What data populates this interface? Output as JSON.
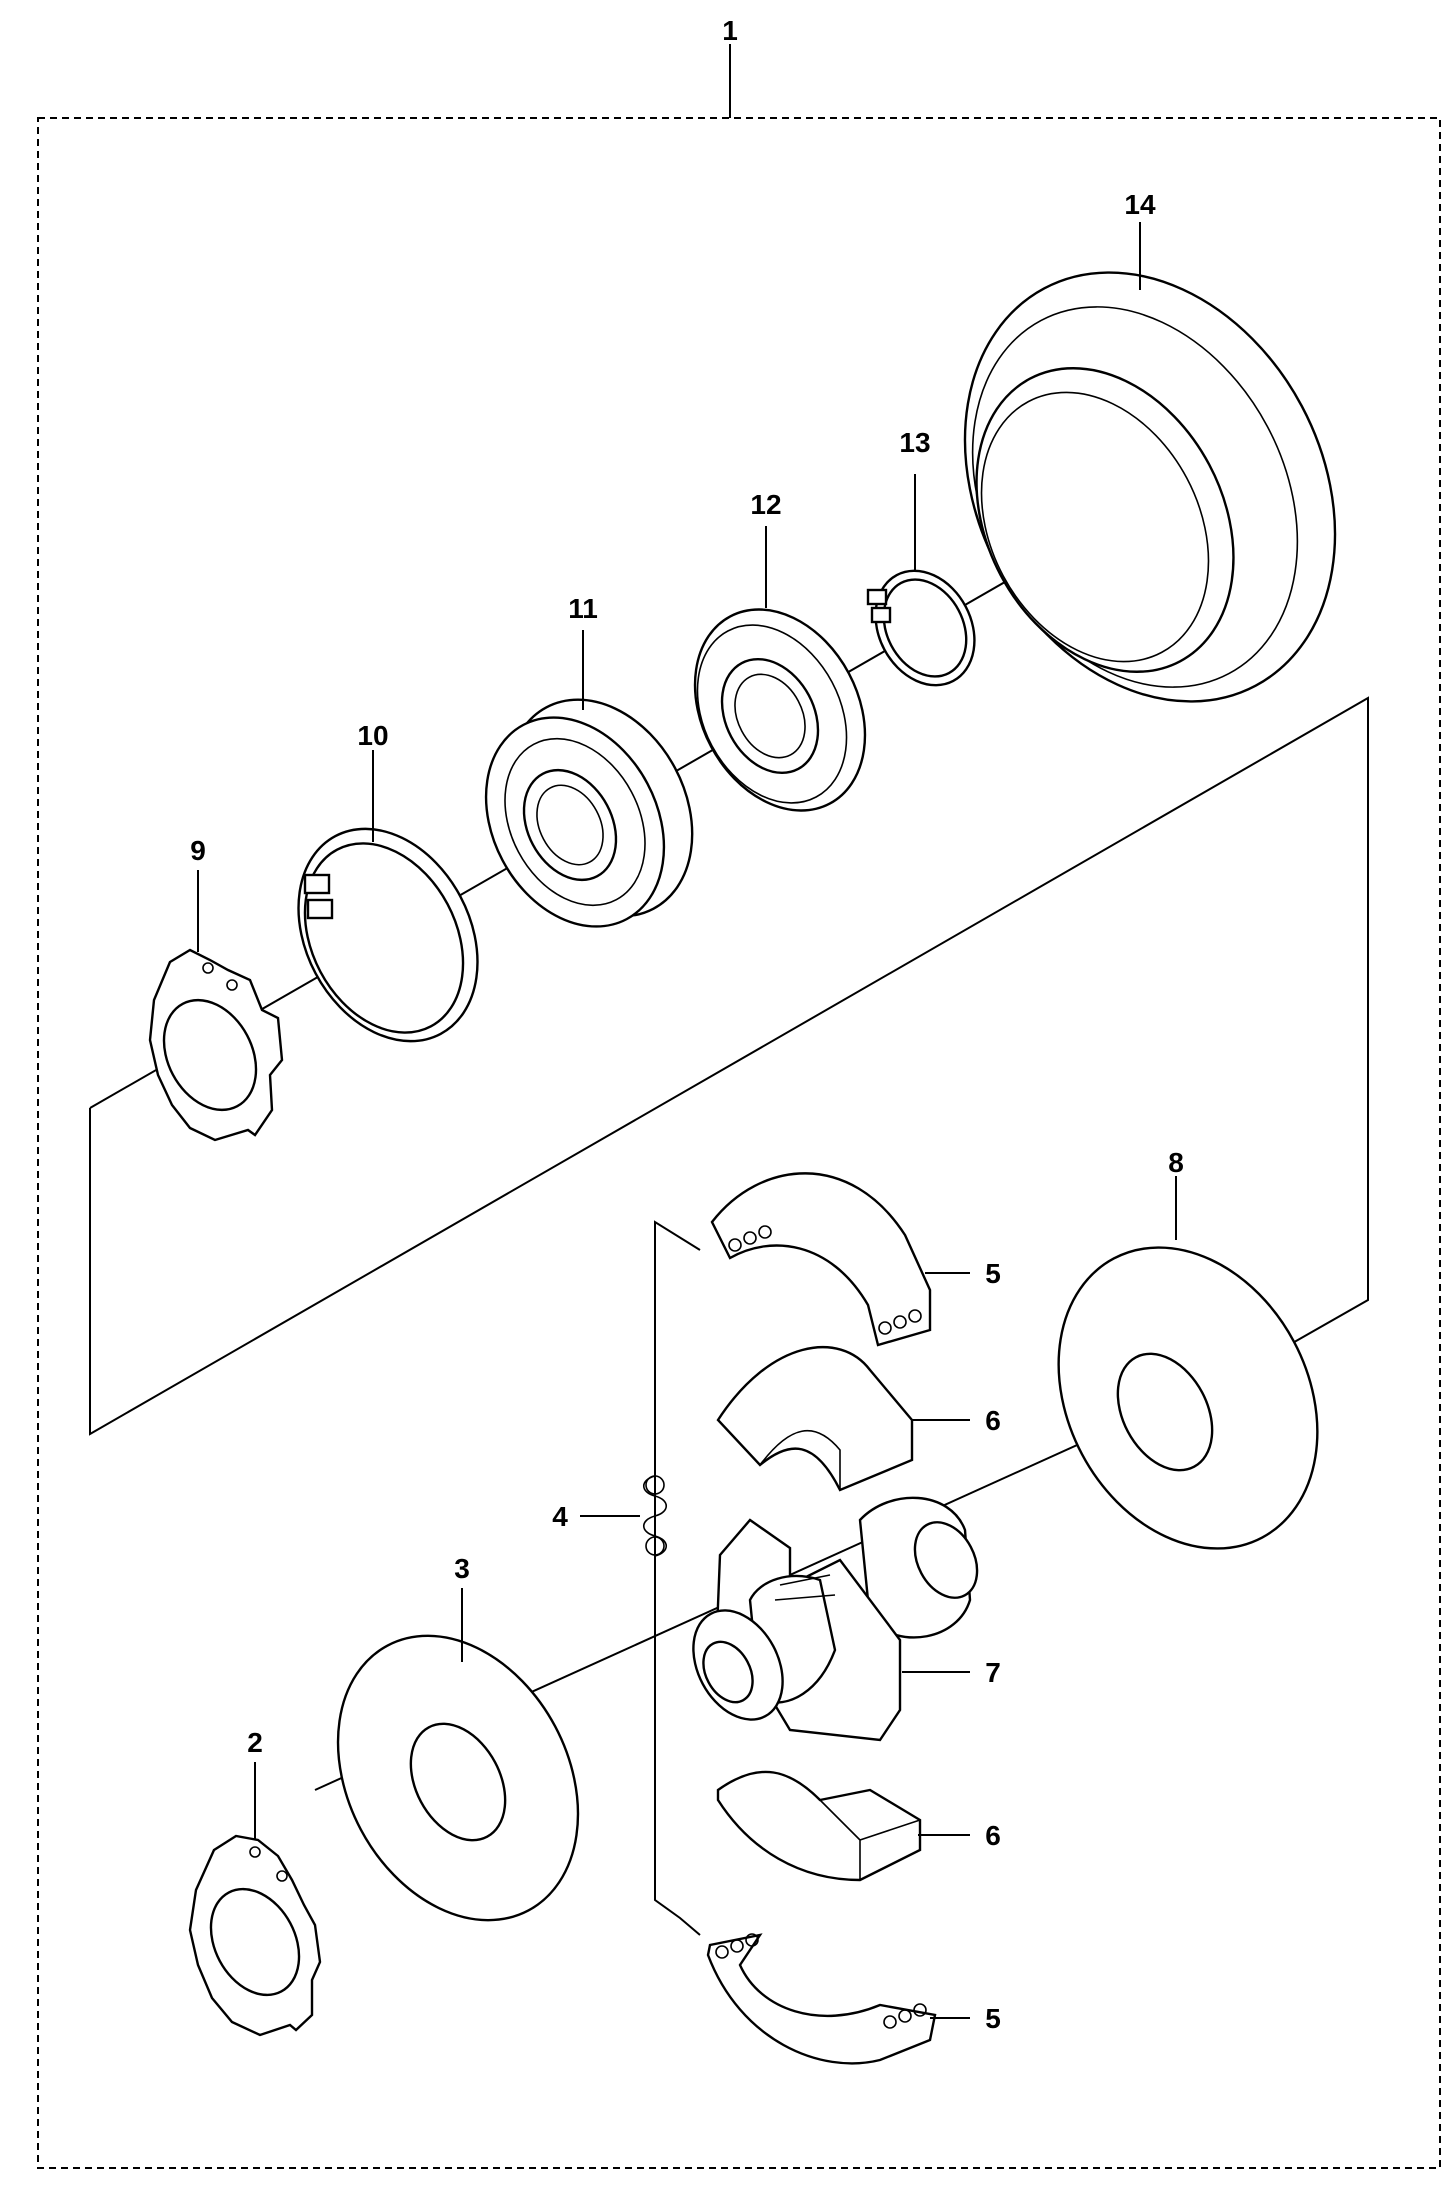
{
  "diagram": {
    "assembly_label": "1",
    "parts": [
      {
        "id": "2",
        "label": "2"
      },
      {
        "id": "3",
        "label": "3"
      },
      {
        "id": "4",
        "label": "4"
      },
      {
        "id": "5a",
        "label": "5"
      },
      {
        "id": "5b",
        "label": "5"
      },
      {
        "id": "6a",
        "label": "6"
      },
      {
        "id": "6b",
        "label": "6"
      },
      {
        "id": "7",
        "label": "7"
      },
      {
        "id": "8",
        "label": "8"
      },
      {
        "id": "9",
        "label": "9"
      },
      {
        "id": "10",
        "label": "10"
      },
      {
        "id": "11",
        "label": "11"
      },
      {
        "id": "12",
        "label": "12"
      },
      {
        "id": "13",
        "label": "13"
      },
      {
        "id": "14",
        "label": "14"
      }
    ]
  }
}
